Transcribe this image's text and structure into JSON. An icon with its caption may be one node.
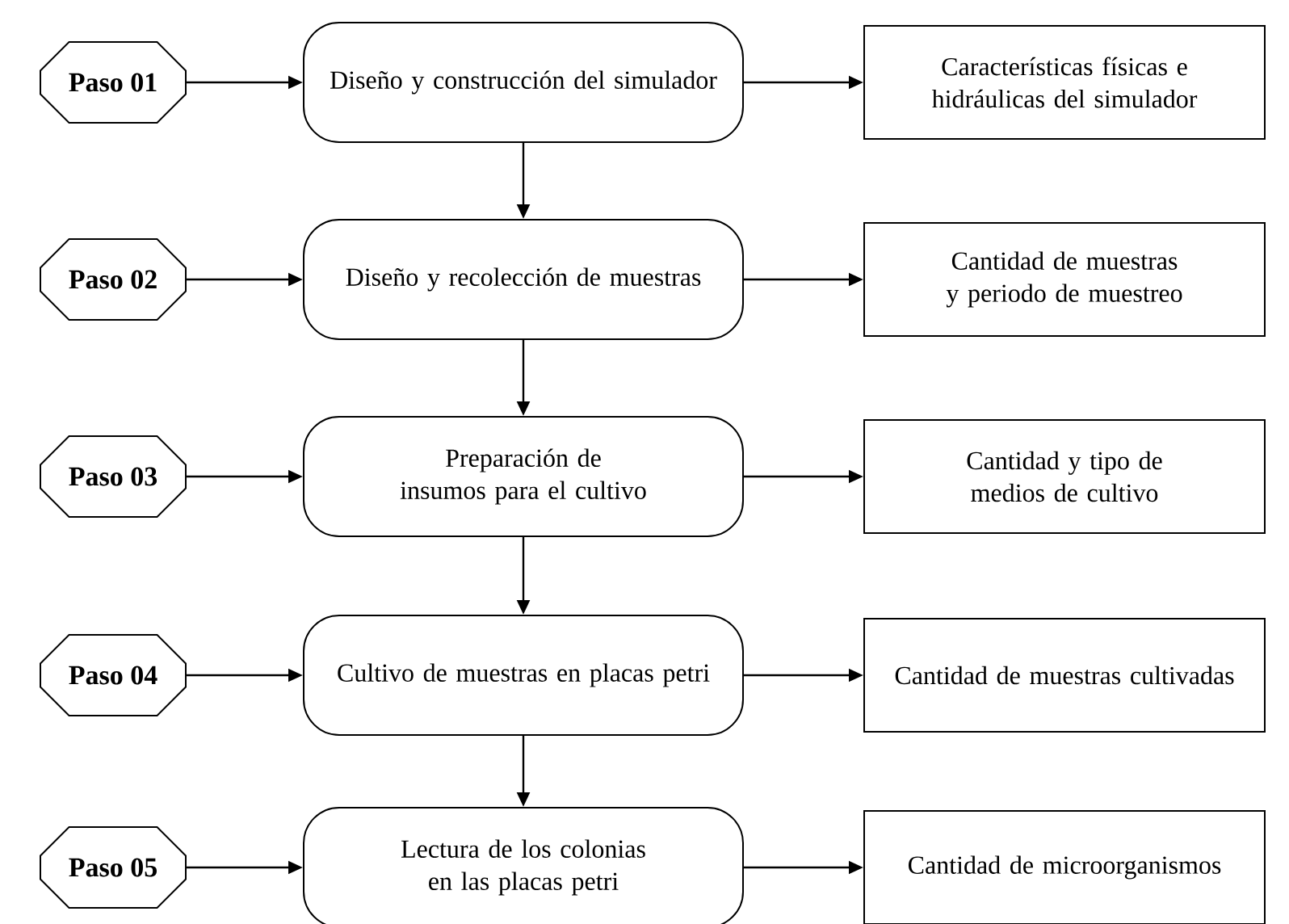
{
  "diagram": {
    "nodes": [
      {
        "text": [
          "Paso 01"
        ]
      },
      {
        "text": [
          "Diseño y construcción del simulador"
        ]
      },
      {
        "text": [
          "Características físicas e hidráulicas del simulador"
        ]
      },
      {
        "text": [
          "Paso 02"
        ]
      },
      {
        "text": [
          "Diseño y recolección de muestras"
        ]
      },
      {
        "text": [
          "Cantidad de muestras y periodo de muestreo"
        ]
      },
      {
        "text": [
          "Paso 03"
        ]
      },
      {
        "text": [
          "Preparación de insumos para el cultivo"
        ]
      },
      {
        "text": [
          "Cantidad y tipo de medios de cultivo"
        ]
      },
      {
        "text": [
          "Paso 04"
        ]
      },
      {
        "text": [
          "Cultivo de muestras en placas petri"
        ]
      },
      {
        "text": [
          "Cantidad de muestras cultivadas"
        ]
      },
      {
        "text": [
          "Paso 05"
        ]
      },
      {
        "text": [
          "Lectura de los colonias en las placas petri"
        ]
      },
      {
        "text": [
          "Cantidad de microorganismos"
        ]
      }
    ],
    "edges": [
      {
        "from": 0,
        "to": 1,
        "arrow": "to"
      },
      {
        "from": 1,
        "to": 2,
        "arrow": "to"
      },
      {
        "from": 1,
        "to": 4,
        "arrow": "to"
      },
      {
        "from": 3,
        "to": 4,
        "arrow": "to"
      },
      {
        "from": 4,
        "to": 5,
        "arrow": "to"
      },
      {
        "from": 4,
        "to": 7,
        "arrow": "to"
      },
      {
        "from": 6,
        "to": 7,
        "arrow": "to"
      },
      {
        "from": 7,
        "to": 8,
        "arrow": "to"
      },
      {
        "from": 7,
        "to": 10,
        "arrow": "to"
      },
      {
        "from": 9,
        "to": 10,
        "arrow": "to"
      },
      {
        "from": 10,
        "to": 11,
        "arrow": "to"
      },
      {
        "from": 10,
        "to": 13,
        "arrow": "to"
      },
      {
        "from": 12,
        "to": 13,
        "arrow": "to"
      },
      {
        "from": 13,
        "to": 14,
        "arrow": "to"
      }
    ]
  }
}
